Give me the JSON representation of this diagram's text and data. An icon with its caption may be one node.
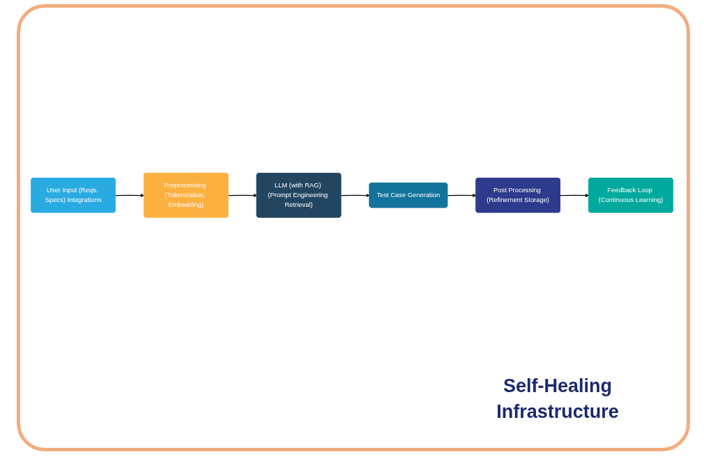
{
  "diagram": {
    "nodes": [
      {
        "text": [
          "User Input (Reqs. Specs) Integrations"
        ]
      },
      {
        "text": [
          "Preprocessing (Tokenization, Embedding)"
        ]
      },
      {
        "text": [
          "LLM (with RAG) (Prompt Engineering Retrieval)"
        ]
      },
      {
        "text": [
          "Post Processing (Refinement Storage)"
        ]
      },
      {
        "text": [
          "Test Case Generation"
        ]
      },
      {
        "text": [
          "Feedback Loop (Continuous Learning)"
        ]
      }
    ],
    "edges": [
      {
        "from": 0,
        "to": 1,
        "arrow": "to"
      },
      {
        "from": 1,
        "to": 2,
        "arrow": "to"
      },
      {
        "from": 2,
        "to": 4,
        "arrow": "to"
      },
      {
        "from": 4,
        "to": 3,
        "arrow": "to"
      },
      {
        "from": 3,
        "to": 5,
        "arrow": "to"
      }
    ],
    "labels": [
      "Self-Healing Infrastructure"
    ]
  }
}
